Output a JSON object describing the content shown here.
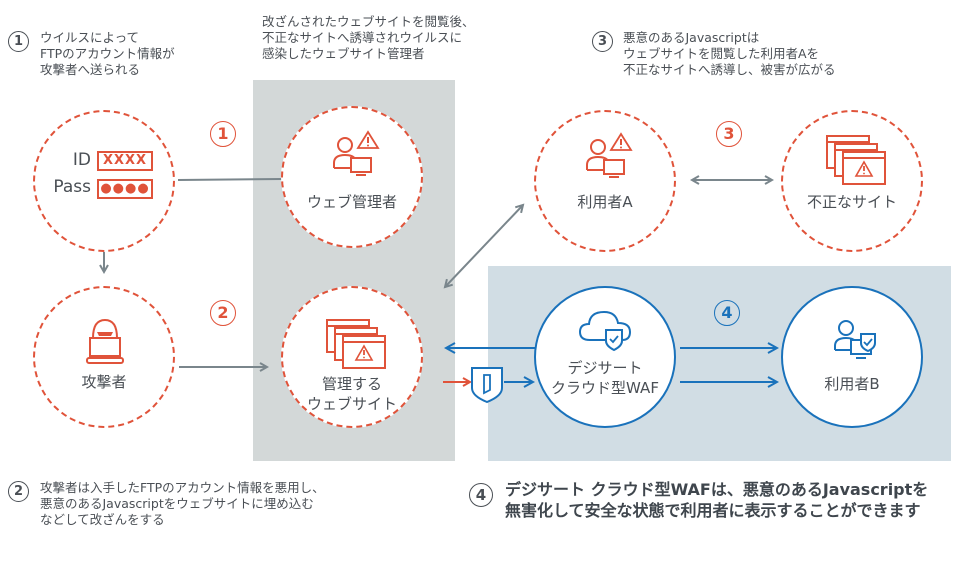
{
  "colors": {
    "danger": "#e0533a",
    "safe": "#1a72bb",
    "connector": "#7a868c",
    "text": "#4a4f55",
    "panel_gray": "#d3d8d8",
    "panel_blue": "#d1dde4"
  },
  "notes": {
    "note1": {
      "num": "1",
      "text": "ウイルスによって\nFTPのアカウント情報が\n攻撃者へ送られる"
    },
    "admin_caption": {
      "text": "改ざんされたウェブサイトを閲覧後、\n不正なサイトへ誘導されウイルスに\n感染したウェブサイト管理者"
    },
    "note3": {
      "num": "3",
      "text": "悪意のあるJavascriptは\nウェブサイトを閲覧した利用者Aを\n不正なサイトへ誘導し、被害が広がる"
    },
    "note2": {
      "num": "2",
      "text": "攻撃者は入手したFTPのアカウント情報を悪用し、\n悪意のあるJavascriptをウェブサイトに埋め込む\nなどして改ざんをする"
    },
    "note4": {
      "num": "4",
      "text": "デジサート クラウド型WAFは、悪意のあるJavascriptを\n無害化して安全な状態で利用者に表示することができます"
    }
  },
  "nodes": {
    "credentials": {
      "id_label": "ID",
      "id_value": "XXXX",
      "pass_label": "Pass",
      "pass_value": "●●●●",
      "icon": "credentials-icon"
    },
    "web_admin": {
      "label": "ウェブ管理者",
      "icon": "user-computer-warning-icon"
    },
    "attacker": {
      "label": "攻撃者",
      "icon": "hacker-icon"
    },
    "managed_website": {
      "label": "管理する\nウェブサイト",
      "icon": "browser-windows-warning-icon"
    },
    "user_a": {
      "label": "利用者A",
      "icon": "user-computer-warning-icon"
    },
    "malicious_site": {
      "label": "不正なサイト",
      "icon": "browser-windows-warning-icon"
    },
    "waf": {
      "label": "デジサート\nクラウド型WAF",
      "icon": "cloud-shield-icon"
    },
    "user_b": {
      "label": "利用者B",
      "icon": "user-computer-shield-icon"
    }
  },
  "steps": {
    "s1": "1",
    "s2": "2",
    "s3": "3",
    "s4": "4"
  }
}
